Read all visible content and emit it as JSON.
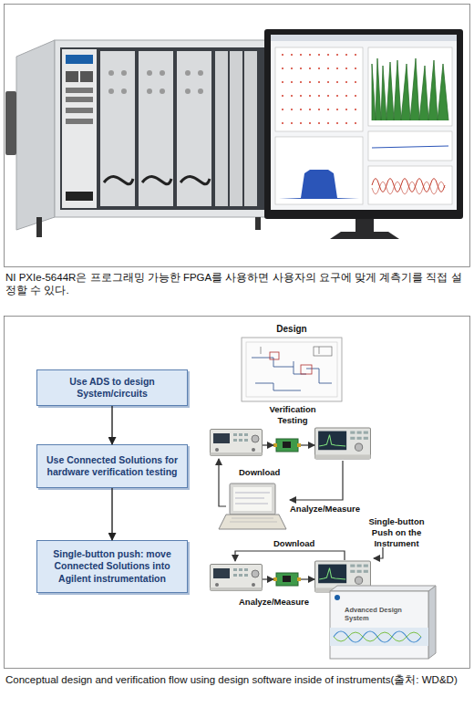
{
  "diagram": {
    "caption": "Conceptual design and verification flow using design software inside of instruments(출처: WD&D)",
    "nodes": [
      {
        "text": [
          "Use ADS to design System/circuits"
        ]
      },
      {
        "text": [
          "Use Connected Solutions for hardware verification testing"
        ]
      },
      {
        "text": [
          "Single-button push: move Connected Solutions into Agilent instrumentation"
        ]
      }
    ],
    "edges": [
      {
        "from": 0,
        "to": 1,
        "arrow": "to"
      },
      {
        "from": 1,
        "to": 2,
        "arrow": "to"
      }
    ],
    "labels": [
      "NI PXIe-5644R은 프로그래밍 가능한 FPGA를 사용하면 사용자의 요구에 맞게 계측기를 직접 설정할 수 있다.",
      "Design",
      "Verification Testing",
      "Download",
      "Analyze/Measure",
      "Download",
      "Single-button Push on the Instrument",
      "Analyze/Measure",
      "Advanced Design System"
    ]
  }
}
